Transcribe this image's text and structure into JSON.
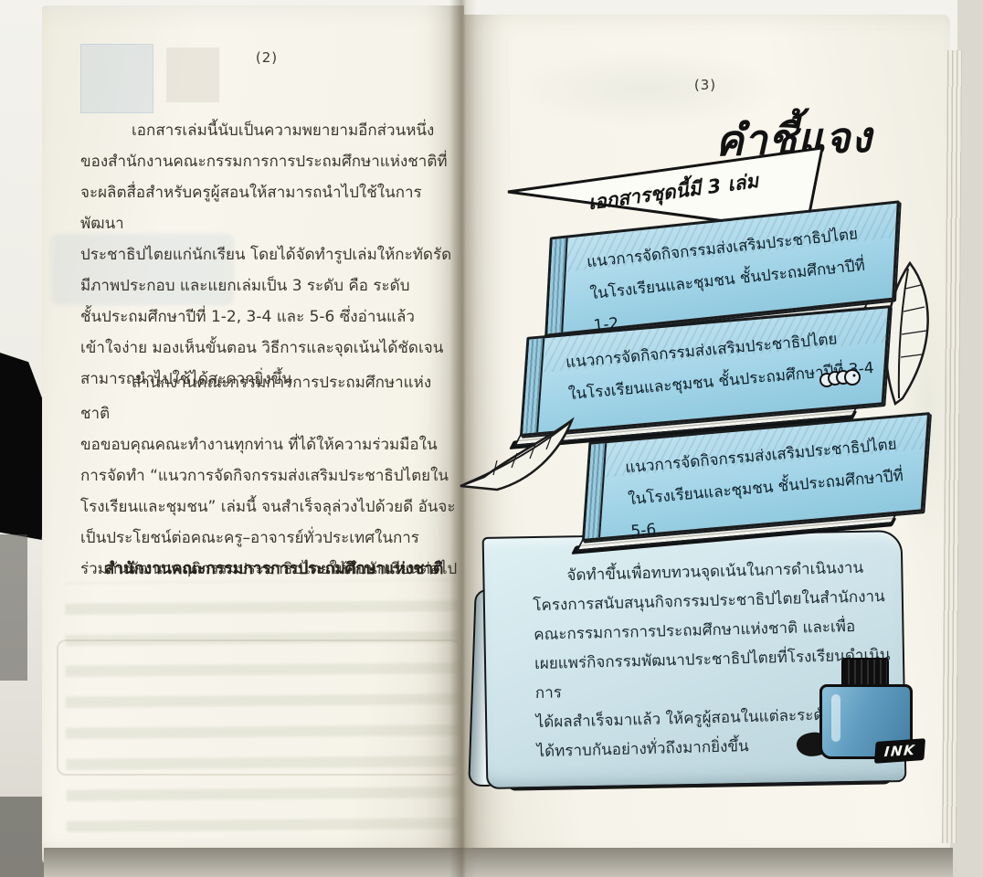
{
  "colors": {
    "book_cover_blue": "#a6d6e9",
    "scroll_blue": "#cfe2e8",
    "ink_bottle_blue": "#5e9cc0",
    "paper_cream": "#f6f4ea"
  },
  "left_page": {
    "page_number": "(2)",
    "paragraph1": "เอกสารเล่มนี้นับเป็นความพยายามอีกส่วนหนึ่ง\nของสำนักงานคณะกรรมการการประถมศึกษาแห่งชาติที่\nจะผลิตสื่อสำหรับครูผู้สอนให้สามารถนำไปใช้ในการพัฒนา\nประชาธิปไตยแก่นักเรียน โดยได้จัดทำรูปเล่มให้กะทัดรัด\nมีภาพประกอบ และแยกเล่มเป็น 3 ระดับ คือ ระดับ\nชั้นประถมศึกษาปีที่ 1-2, 3-4 และ 5-6 ซึ่งอ่านแล้ว\nเข้าใจง่าย มองเห็นขั้นตอน วิธีการและจุดเน้นได้ชัดเจน\nสามารถนำไปใช้ได้สะดวกยิ่งขึ้น",
    "paragraph2": "สำนักงานคณะกรรมการการประถมศึกษาแห่งชาติ\nขอขอบคุณคณะทำงานทุกท่าน ที่ได้ให้ความร่วมมือใน\nการจัดทำ “แนวการจัดกิจกรรมส่งเสริมประชาธิปไตยใน\nโรงเรียนและชุมชน” เล่มนี้ จนสำเร็จลุล่วงไปด้วยดี อันจะ\nเป็นประโยชน์ต่อคณะครู–อาจารย์ทั่วประเทศในการ\nร่วมกันพัฒนาพฤติกรรมประชาธิปไตยให้กับนักเรียนต่อไป",
    "signature": "สำนักงานคณะกรรมการการประถมศึกษาแห่งชาติ"
  },
  "right_page": {
    "page_number": "(3)",
    "title": "คำชี้แจง",
    "banner": "เอกสารชุดนี้มี 3 เล่ม",
    "books": [
      {
        "label": "แนวการจัดกิจกรรมส่งเสริมประชาธิปไตย\nในโรงเรียนและชุมชน ชั้นประถมศึกษาปีที่ 1-2"
      },
      {
        "label": "แนวการจัดกิจกรรมส่งเสริมประชาธิปไตย\nในโรงเรียนและชุมชน ชั้นประถมศึกษาปีที่ 3-4"
      },
      {
        "label": "แนวการจัดกิจกรรมส่งเสริมประชาธิปไตย\nในโรงเรียนและชุมชน ชั้นประถมศึกษาปีที่ 5-6"
      }
    ],
    "scroll_text": "จัดทำขึ้นเพื่อทบทวนจุดเน้นในการดำเนินงาน\nโครงการสนับสนุนกิจกรรมประชาธิปไตยในสำนักงาน\nคณะกรรมการการประถมศึกษาแห่งชาติ และเพื่อ\nเผยแพร่กิจกรรมพัฒนาประชาธิปไตยที่โรงเรียนดำเนินการ\nได้ผลสำเร็จมาแล้ว ให้ครูผู้สอนในแต่ละระดับชั้น\nได้ทราบกันอย่างทั่วถึงมากยิ่งขึ้น",
    "ink_label": "INK"
  }
}
